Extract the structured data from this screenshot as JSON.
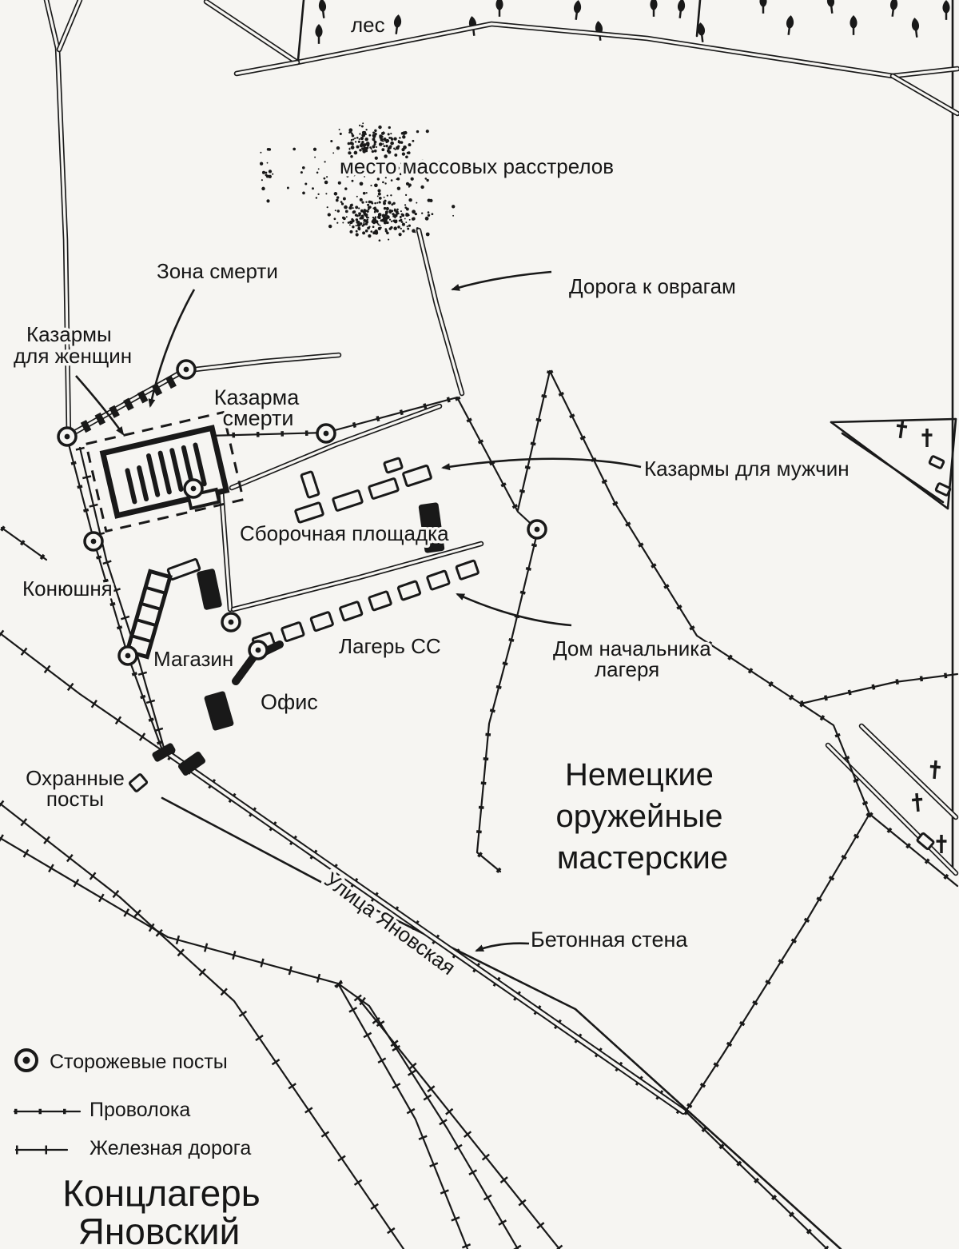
{
  "map_title": {
    "line1": "Концлагерь",
    "line2": "Яновский"
  },
  "area_label": {
    "line1": "Немецкие",
    "line2": "оружейные",
    "line3": "мастерские"
  },
  "labels": {
    "forest": "лес",
    "mass_shootings": "место массовых расстрелов",
    "death_zone": "Зона смерти",
    "womens_barracks": {
      "line1": "Казармы",
      "line2": "для женщин"
    },
    "death_barrack": {
      "line1": "Казарма",
      "line2": "смерти"
    },
    "road_to_ravines": "Дорога к оврагам",
    "mens_barracks": "Казармы для мужчин",
    "assembly_area": "Сборочная площадка",
    "stable": "Конюшня",
    "store": "Магазин",
    "ss_camp": "Лагерь СС",
    "commandant_house": {
      "line1": "Дом начальника",
      "line2": "лагеря"
    },
    "office": "Офис",
    "guard_posts": {
      "line1": "Охранные",
      "line2": "посты"
    },
    "janowska_street": "Улица Яновская",
    "concrete_wall": "Бетонная стена"
  },
  "legend": {
    "watch_posts": "Сторожевые посты",
    "wire": "Проволока",
    "railroad": "Железная дорога"
  },
  "colors": {
    "ink": "#191919",
    "paper": "#f6f5f2"
  }
}
